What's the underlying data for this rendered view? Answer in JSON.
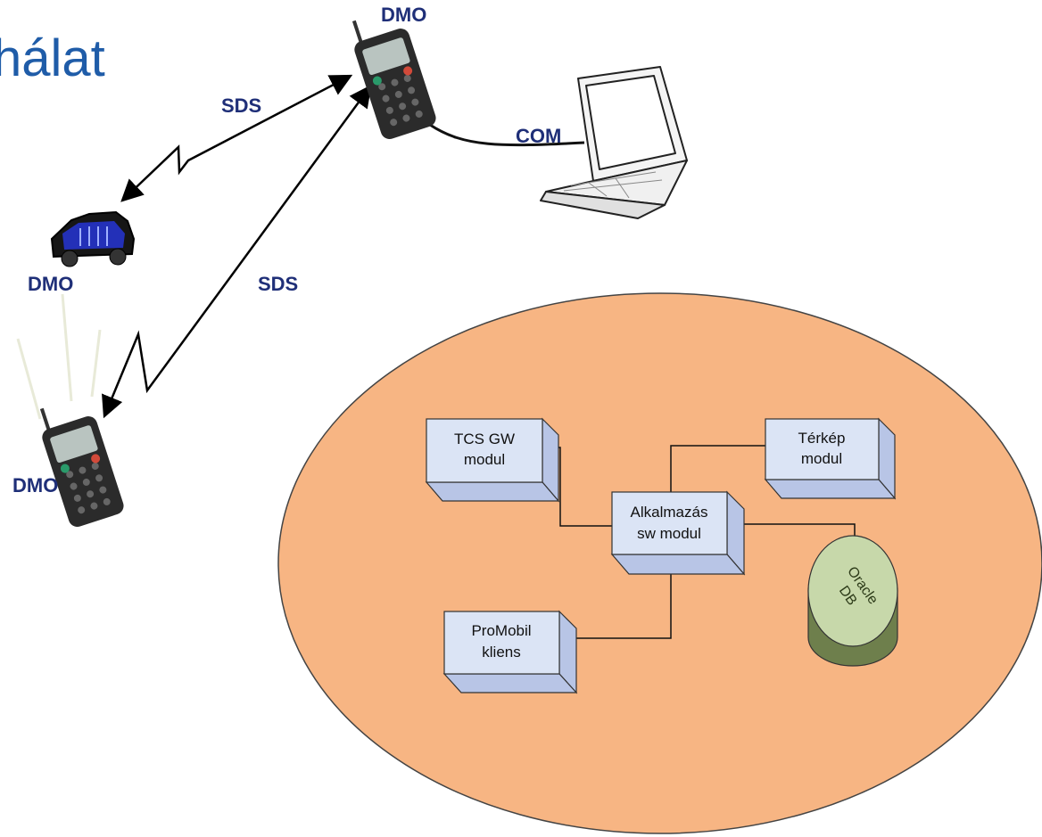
{
  "title": "hálat",
  "labels": {
    "dmo_top": "DMO",
    "dmo_car": "DMO",
    "dmo_bottom": "DMO",
    "sds_upper": "SDS",
    "sds_lower": "SDS",
    "com": "COM"
  },
  "modules": {
    "tcs_gw": [
      "TCS GW",
      "modul"
    ],
    "terkep": [
      "Térkép",
      "modul"
    ],
    "alkalmazas": [
      "Alkalmazás",
      "sw modul"
    ],
    "promobil": [
      "ProMobil",
      "kliens"
    ],
    "oracle": [
      "Oracle",
      "DB"
    ]
  },
  "colors": {
    "ellipse": "#f7b583",
    "box_face": "#dbe4f5",
    "box_side": "#b8c5e6",
    "db": "#c7d8aa",
    "label": "#1f2f78",
    "title": "#1f5ca8"
  }
}
